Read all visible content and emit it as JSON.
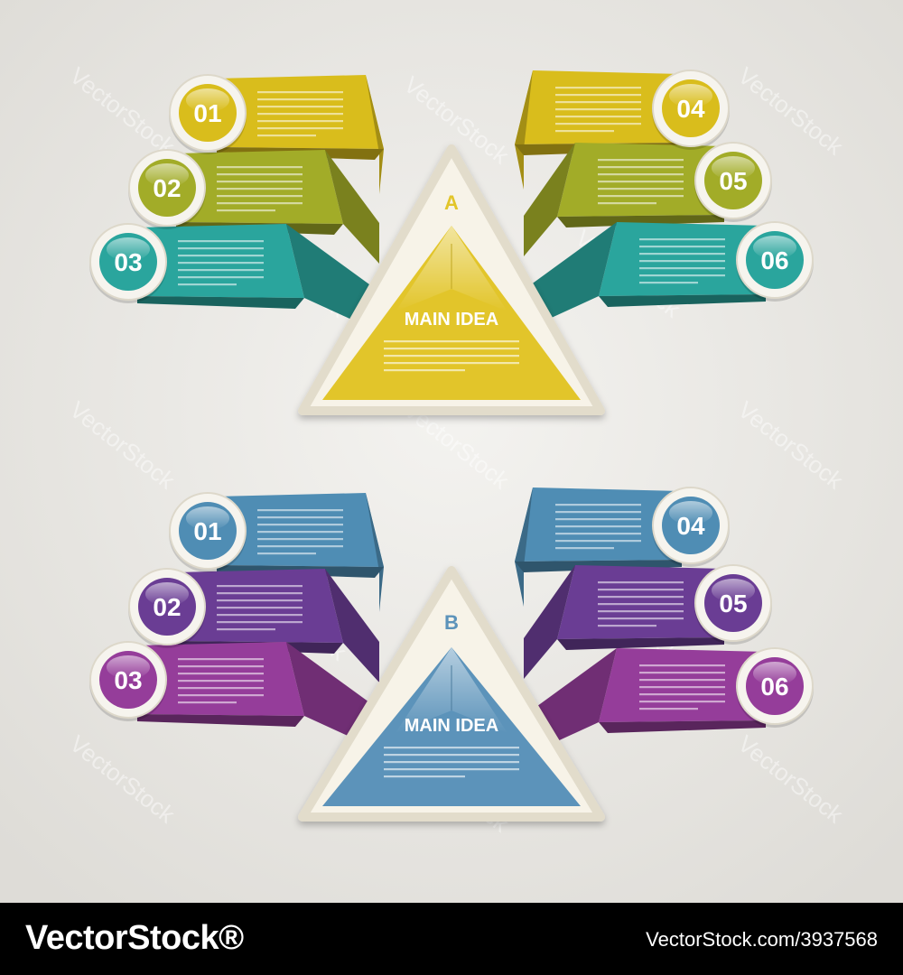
{
  "diagrams": [
    {
      "id": "A",
      "letter": "A",
      "main_idea": "MAIN IDEA",
      "main_color": "#e2c52a",
      "steps": [
        {
          "number": "01",
          "color": "#d9bd1c"
        },
        {
          "number": "02",
          "color": "#a2ac28"
        },
        {
          "number": "03",
          "color": "#2aa59d"
        },
        {
          "number": "04",
          "color": "#d9bd1c"
        },
        {
          "number": "05",
          "color": "#a2ac28"
        },
        {
          "number": "06",
          "color": "#2aa59d"
        }
      ]
    },
    {
      "id": "B",
      "letter": "B",
      "main_idea": "MAIN IDEA",
      "main_color": "#5c93ba",
      "steps": [
        {
          "number": "01",
          "color": "#4f8db4"
        },
        {
          "number": "02",
          "color": "#6a3d94"
        },
        {
          "number": "03",
          "color": "#953d9a"
        },
        {
          "number": "04",
          "color": "#4f8db4"
        },
        {
          "number": "05",
          "color": "#6a3d94"
        },
        {
          "number": "06",
          "color": "#953d9a"
        }
      ]
    }
  ],
  "watermark": "VectorStock",
  "footer": {
    "brand": "VectorStock®",
    "id": "VectorStock.com/3937568"
  }
}
